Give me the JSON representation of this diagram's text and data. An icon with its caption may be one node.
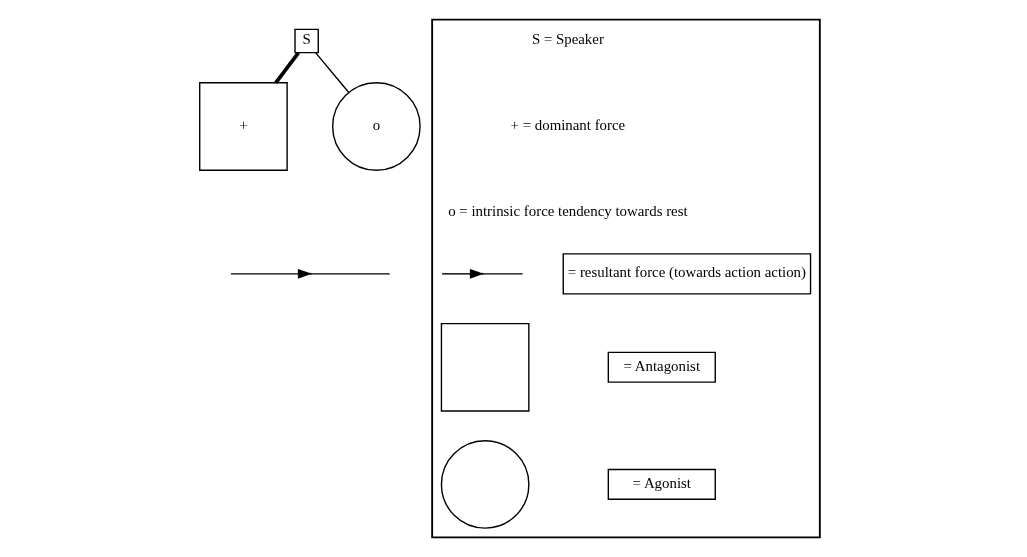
{
  "diagram": {
    "nodes": [
      {
        "text": [
          "S"
        ]
      },
      {
        "text": [
          "+"
        ]
      },
      {
        "text": [
          "o"
        ]
      },
      {
        "text": [],
        "shape": "box"
      },
      {
        "text": [
          "= resultant force (towards action action)"
        ],
        "in": 3
      },
      {
        "text": [],
        "shape": "box",
        "in": 3
      },
      {
        "text": [
          "= Antagonist"
        ],
        "in": 3
      },
      {
        "text": [],
        "shape": "circle",
        "in": 3
      },
      {
        "text": [
          "= Agonist"
        ],
        "in": 3
      }
    ],
    "edges": [
      {
        "from": 0,
        "to": 1,
        "arrow": "none",
        "style": "thick"
      },
      {
        "from": 0,
        "to": 2,
        "arrow": "none"
      }
    ],
    "labels": [
      "S = Speaker",
      "+ = dominant force",
      "o = intrinsic force tendency towards rest"
    ]
  }
}
